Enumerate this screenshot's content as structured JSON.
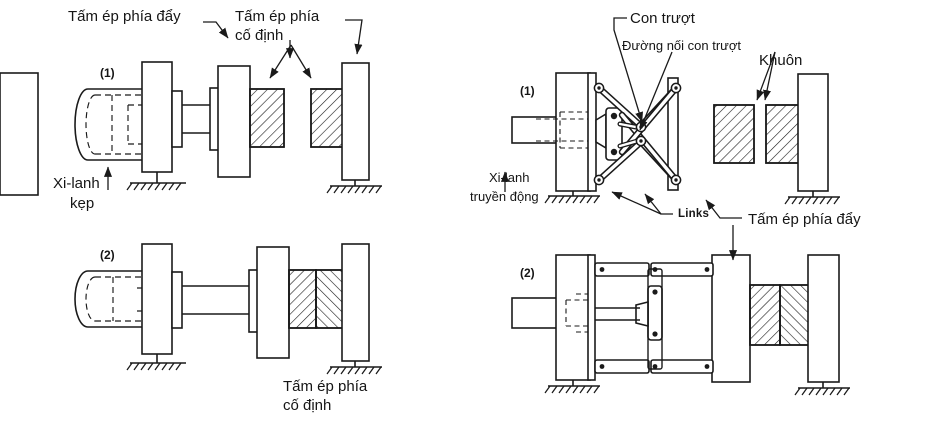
{
  "figure": {
    "title_context": "Cơ cấu kẹp khuôn",
    "bg_color": "#ffffff",
    "line_color": "#1a1a1a",
    "hatch_color": "#1a1a1a"
  },
  "labels": {
    "left_moving_platen": "Tấm ép phía đẩy",
    "left_fixed_platen_l1": "Tấm ép phía",
    "left_fixed_platen_l2": "cố định",
    "clamp_cylinder_l1": "Xi-lanh",
    "clamp_cylinder_l2": "kẹp",
    "left_bottom_platen_l1": "Tấm ép phía",
    "left_bottom_platen_l2": "cố định",
    "crosshead": "Con trượt",
    "crosshead_link": "Đường nối con trượt",
    "mold": "Khuôn",
    "drive_cylinder_l1": "Xi-lanh",
    "drive_cylinder_l2": "truyền động",
    "links": "Links",
    "right_moving_platen": "Tấm ép phía đẩy"
  },
  "step_markers": {
    "left_open": "(1)",
    "left_closed": "(2)",
    "right_open": "(1)",
    "right_closed": "(2)"
  },
  "diagrams": [
    {
      "id": "left-open",
      "name": "hydraulic-clamp-open",
      "marker": "(1)",
      "state": "open",
      "parts": [
        "clamp-cylinder",
        "moving-platen",
        "tie-rod",
        "fixed-platen",
        "mold-half-moving",
        "mold-half-fixed",
        "rear-platen",
        "ground"
      ]
    },
    {
      "id": "left-closed",
      "name": "hydraulic-clamp-closed",
      "marker": "(2)",
      "state": "closed",
      "parts": [
        "clamp-cylinder",
        "moving-platen",
        "tie-rod",
        "fixed-platen",
        "mold-closed",
        "rear-platen",
        "ground"
      ]
    },
    {
      "id": "right-open",
      "name": "toggle-clamp-open",
      "marker": "(1)",
      "state": "open",
      "parts": [
        "drive-cylinder",
        "rear-platen",
        "toggle-links",
        "crosshead",
        "moving-platen",
        "mold-half-moving",
        "mold-half-fixed",
        "fixed-platen",
        "ground"
      ]
    },
    {
      "id": "right-closed",
      "name": "toggle-clamp-closed",
      "marker": "(2)",
      "state": "closed",
      "parts": [
        "drive-cylinder",
        "rear-platen",
        "toggle-links-extended",
        "crosshead",
        "moving-platen",
        "mold-closed",
        "fixed-platen",
        "ground"
      ]
    }
  ]
}
